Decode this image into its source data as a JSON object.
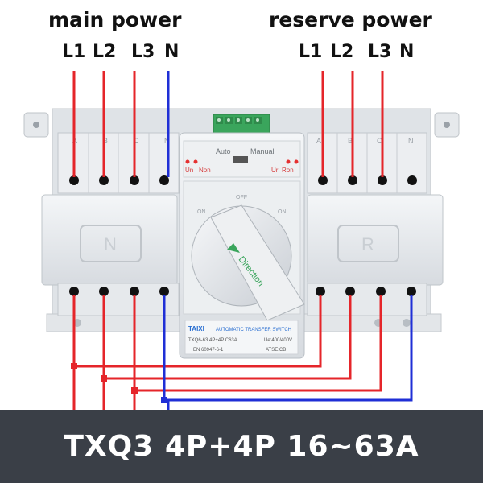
{
  "headers": {
    "main_power": "main power",
    "reserve_power": "reserve power"
  },
  "main_phases": [
    "L1",
    "L2",
    "L3",
    "N"
  ],
  "reserve_phases": [
    "L1",
    "L2",
    "L3",
    "N"
  ],
  "switch": {
    "terminal_letters_left": [
      "A",
      "B",
      "C",
      "N"
    ],
    "terminal_letters_right": [
      "A",
      "B",
      "C",
      "N"
    ],
    "mode_auto": "Auto",
    "mode_manual": "Manual",
    "indicator_un": "Un",
    "indicator_non": "Non",
    "indicator_ur": "Ur",
    "indicator_ron": "Ron",
    "dial_left": "ON",
    "dial_mid": "OFF",
    "dial_right": "ON",
    "handle_label": "Direction",
    "cover_left": "N",
    "cover_right": "R"
  },
  "nameplate": {
    "brand": "TAIXI",
    "product": "AUTOMATIC TRANSFER SWITCH",
    "model": "TXQ6-63 4P+4P C63A",
    "rating": "Ue:400/400V",
    "standard": "EN 60947-6-1",
    "class": "ATSE:CB"
  },
  "banner": {
    "text": "TXQ3 4P+4P 16~63A"
  },
  "colors": {
    "phase_wire": "#e5252a",
    "neutral_wire": "#1f2fd6",
    "banner_bg": "#3a3f47",
    "body": "#e9ecef",
    "terminal_block": "#3aa55c"
  }
}
